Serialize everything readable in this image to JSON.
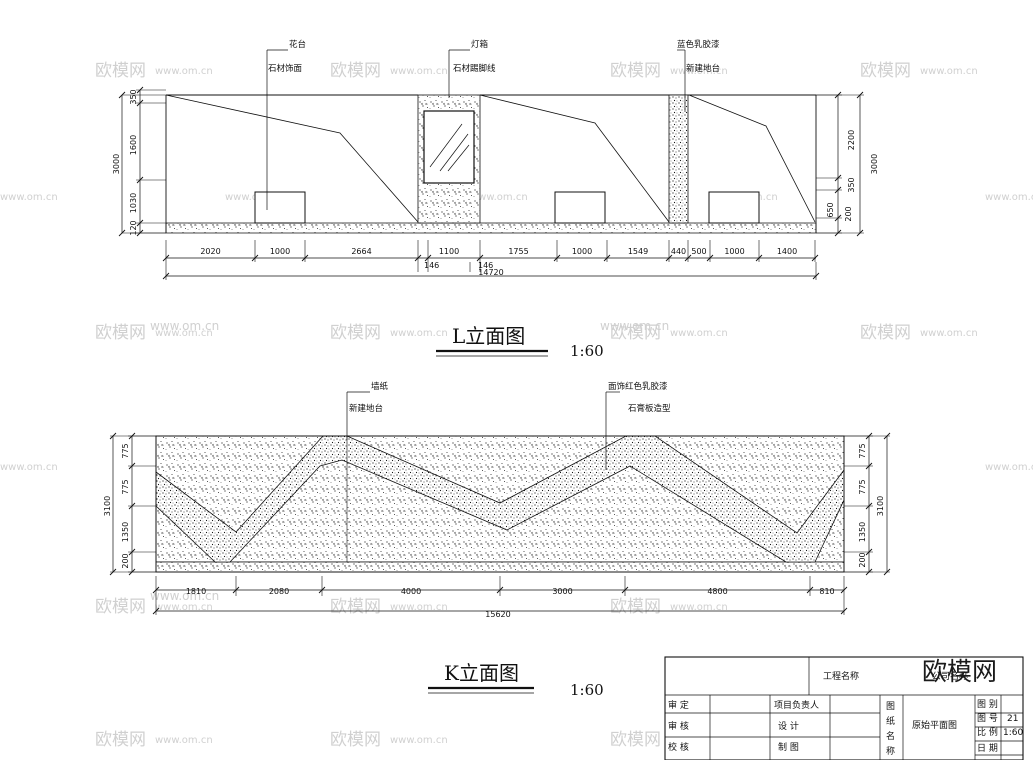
{
  "L_elevation": {
    "title": "L立面图",
    "scale": "1:60",
    "notes": [
      "花台",
      "石材饰面",
      "灯箱",
      "石材踢脚线",
      "蓝色乳胶漆",
      "新建地台"
    ],
    "dims_bottom": [
      "2020",
      "1000",
      "2664",
      "1100",
      "1755",
      "1000",
      "1549",
      "440",
      "500",
      "1000",
      "1400"
    ],
    "dims_small": [
      "146",
      "146"
    ],
    "total": "14720",
    "dims_left": [
      "350",
      "1600",
      "3000",
      "1030",
      "120"
    ],
    "dims_right": [
      "2200",
      "3000",
      "350",
      "650",
      "200"
    ]
  },
  "K_elevation": {
    "title": "K立面图",
    "scale": "1:60",
    "notes": [
      "墙纸",
      "新建地台",
      "面饰红色乳胶漆",
      "石膏板造型"
    ],
    "dims_bottom": [
      "1810",
      "2080",
      "4000",
      "3000",
      "4800",
      "810"
    ],
    "total": "15620",
    "dims_left": [
      "775",
      "775",
      "3100",
      "1350",
      "200"
    ],
    "dims_right": [
      "775",
      "775",
      "3100",
      "1350",
      "200"
    ]
  },
  "watermark": {
    "logo": "欧模网",
    "url": "www.om.cn"
  },
  "title_block": {
    "project": "工程名称",
    "company": "公司名称",
    "brand": "欧模网",
    "labels": {
      "shending": "审 定",
      "shenhe": "审 核",
      "jiaodui": "校 核",
      "xiangmu": "项目负责人",
      "sheji": "设 计",
      "zhitu": "制 图",
      "tuzhi": [
        "图",
        "纸",
        "名",
        "称"
      ],
      "sheet_name": "原始平面图",
      "tubie": "图 别",
      "tuhao": "图 号",
      "bili": "比 例",
      "riqi": "日 期"
    },
    "values": {
      "tuhao": "21",
      "bili": "1:60"
    }
  }
}
